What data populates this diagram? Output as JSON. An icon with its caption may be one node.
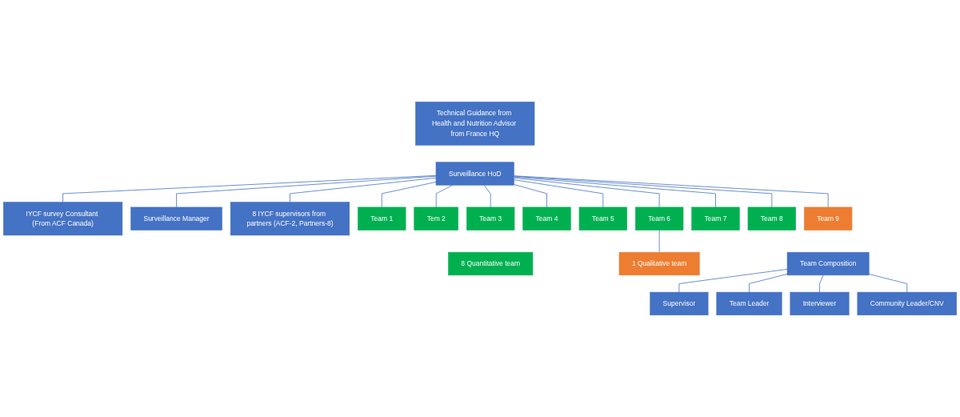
{
  "diagram": {
    "nodes": [
      {
        "text": [
          "Technical Guidance from Health and Nutrition Advisor from France HQ"
        ]
      },
      {
        "text": [
          "Surveillance HoD"
        ]
      },
      {
        "text": [
          "IYCF survey Consultant (From ACF Canada)"
        ]
      },
      {
        "text": [
          "Surveillance Manager"
        ]
      },
      {
        "text": [
          "8 IYCF supervisors from partners (ACF-2, Partners-8)"
        ]
      },
      {
        "text": [
          "Team 1"
        ]
      },
      {
        "text": [
          "Tem 2"
        ]
      },
      {
        "text": [
          "Team 3"
        ]
      },
      {
        "text": [
          "Team 4"
        ]
      },
      {
        "text": [
          "Team 5"
        ]
      },
      {
        "text": [
          "Team 6"
        ]
      },
      {
        "text": [
          "Team 7"
        ]
      },
      {
        "text": [
          "Team 8"
        ]
      },
      {
        "text": [
          "Team 9"
        ]
      },
      {
        "text": [
          "8 Quantitative team"
        ]
      },
      {
        "text": [
          "1 Qualitative team"
        ]
      },
      {
        "text": [
          "Team Composition"
        ]
      },
      {
        "text": [
          "Supervisor"
        ]
      },
      {
        "text": [
          "Team Leader"
        ]
      },
      {
        "text": [
          "Interviewer"
        ]
      },
      {
        "text": [
          "Community Leader/CNV"
        ]
      }
    ],
    "edges": [
      {
        "from": 1,
        "to": 2,
        "arrow": "none"
      },
      {
        "from": 1,
        "to": 3,
        "arrow": "none"
      },
      {
        "from": 1,
        "to": 4,
        "arrow": "none"
      },
      {
        "from": 1,
        "to": 5,
        "arrow": "none"
      },
      {
        "from": 1,
        "to": 6,
        "arrow": "none"
      },
      {
        "from": 1,
        "to": 7,
        "arrow": "none"
      },
      {
        "from": 1,
        "to": 8,
        "arrow": "none"
      },
      {
        "from": 1,
        "to": 9,
        "arrow": "none"
      },
      {
        "from": 1,
        "to": 10,
        "arrow": "none"
      },
      {
        "from": 1,
        "to": 11,
        "arrow": "none"
      },
      {
        "from": 1,
        "to": 12,
        "arrow": "none"
      },
      {
        "from": 1,
        "to": 13,
        "arrow": "none"
      },
      {
        "from": 10,
        "to": 15,
        "arrow": "none"
      },
      {
        "from": 16,
        "to": 17,
        "arrow": "none"
      },
      {
        "from": 16,
        "to": 18,
        "arrow": "none"
      },
      {
        "from": 16,
        "to": 19,
        "arrow": "none"
      },
      {
        "from": 16,
        "to": 20,
        "arrow": "none"
      }
    ]
  }
}
